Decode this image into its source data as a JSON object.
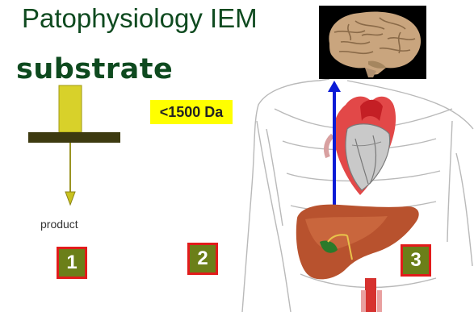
{
  "title": "Patophysiology IEM",
  "diagram": {
    "substrate_label": "substrate",
    "product_label": "product",
    "size_label": "<1500 Da",
    "numbers": [
      "1",
      "2",
      "3"
    ]
  },
  "colors": {
    "title_green": "#0e4a1f",
    "substrate_block": "#d8d12a",
    "enzyme_bar": "#3d3a10",
    "badge_yellow": "#ffff00",
    "number_box_fill": "#6b7f19",
    "number_box_border": "#e21b1b",
    "arrow_blue": "#0a1bd6"
  },
  "icons": [
    "brain-icon",
    "heart-icon",
    "liver-icon",
    "body-outline-icon"
  ]
}
